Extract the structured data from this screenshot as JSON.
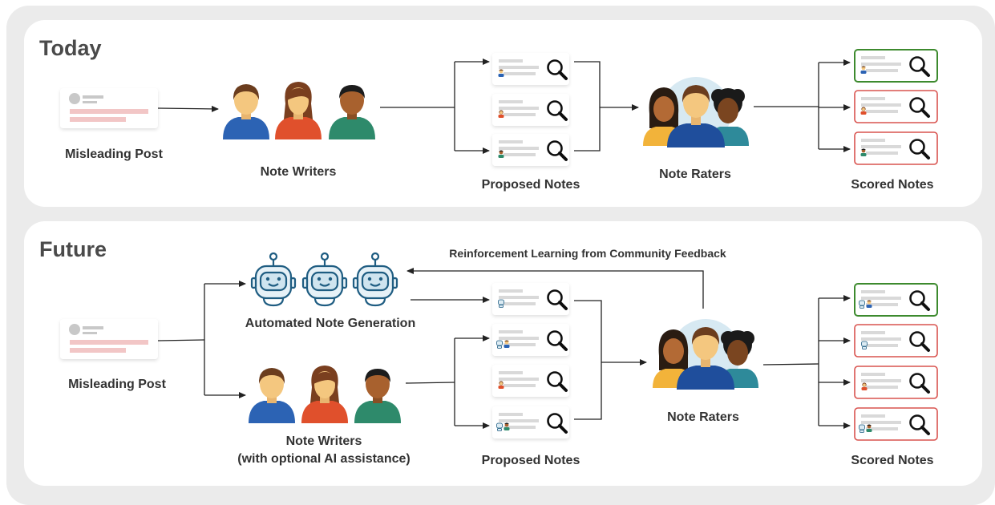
{
  "today": {
    "heading": "Today",
    "misleading_post": "Misleading Post",
    "note_writers": "Note Writers",
    "proposed_notes": "Proposed Notes",
    "note_raters": "Note Raters",
    "scored_notes": "Scored Notes"
  },
  "future": {
    "heading": "Future",
    "misleading_post": "Misleading Post",
    "rl_label": "Reinforcement Learning from Community Feedback",
    "automated_generation": "Automated Note Generation",
    "note_writers_line1": "Note Writers",
    "note_writers_line2": "(with optional AI assistance)",
    "proposed_notes": "Proposed Notes",
    "note_raters": "Note Raters",
    "scored_notes": "Scored Notes"
  },
  "colors": {
    "outer_bg": "#ebebeb",
    "panel_bg": "#ffffff",
    "helpful_border": "#3d8a2e",
    "not_helpful_border": "#d9534f",
    "line": "#222222",
    "text": "#333333",
    "post_highlight": "#f2c6c6",
    "placeholder_grey": "#d9d9d9"
  },
  "icons": {
    "search": "magnifier-icon",
    "person": "person-icon",
    "robot": "robot-icon"
  }
}
